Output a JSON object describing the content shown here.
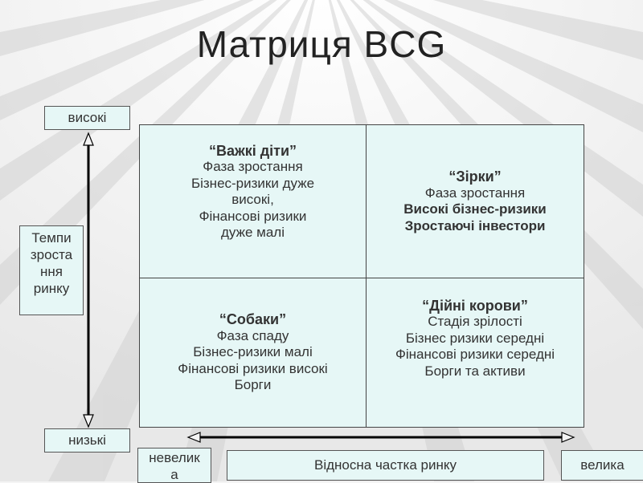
{
  "title": "Матриця BCG",
  "axis_y": {
    "high": "високі",
    "low": "низькі",
    "label_lines": [
      "Темпи",
      "зроста",
      "ння",
      "ринку"
    ]
  },
  "axis_x": {
    "small_lines": [
      "невелик",
      "а"
    ],
    "label": "Відносна частка ринку",
    "large": "велика"
  },
  "quadrants": {
    "top_left": {
      "name": "“Важкі діти”",
      "lines": [
        "Фаза зростання",
        "Бізнес-ризики дуже",
        "високі,",
        "Фінансові ризики",
        "дуже малі"
      ]
    },
    "top_right": {
      "name": "“Зірки”",
      "line1": "Фаза зростання",
      "line2": "Високі бізнес-ризики",
      "line3": "Зростаючі інвестори"
    },
    "bottom_left": {
      "name": "“Собаки”",
      "lines": [
        "Фаза спаду",
        "Бізнес-ризики малі",
        "Фінансові ризики високі",
        "Борги"
      ]
    },
    "bottom_right": {
      "name": "“Дійні корови”",
      "lines": [
        "Стадія зрілості",
        "Бізнес ризики середні",
        "Фінансові ризики середні",
        "Борги та активи"
      ]
    }
  }
}
